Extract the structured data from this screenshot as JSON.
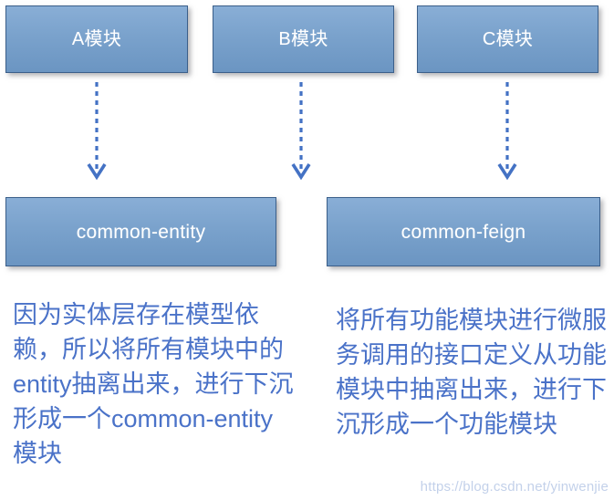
{
  "diagram": {
    "title": "module dependency extraction diagram",
    "colors": {
      "box_fill_top": "#89aed6",
      "box_fill_bottom": "#6b95c2",
      "box_border": "#3b5f8a",
      "box_label": "#ffffff",
      "arrow": "#4472c4",
      "description_text": "#4a72c8",
      "watermark": "#c3d1ea",
      "background": "#ffffff"
    },
    "top_modules": [
      {
        "id": "a",
        "label": "A模块"
      },
      {
        "id": "b",
        "label": "B模块"
      },
      {
        "id": "c",
        "label": "C模块"
      }
    ],
    "arrows": [
      {
        "id": "a",
        "from": "A模块",
        "to": "common-entity",
        "style": "dashed",
        "direction": "down"
      },
      {
        "id": "b",
        "from": "B模块",
        "to": "common-entity",
        "style": "dashed",
        "direction": "down"
      },
      {
        "id": "c",
        "from": "C模块",
        "to": "common-feign",
        "style": "dashed",
        "direction": "down"
      }
    ],
    "common_modules": [
      {
        "id": "common-entity",
        "label": "common-entity"
      },
      {
        "id": "common-feign",
        "label": "common-feign"
      }
    ],
    "descriptions": {
      "left": "因为实体层存在模型依赖，所以将所有模块中的entity抽离出来，进行下沉形成一个common-entity模块",
      "right": "将所有功能模块进行微服务调用的接口定义从功能模块中抽离出来，进行下沉形成一个功能模块"
    },
    "watermark": "https://blog.csdn.net/yinwenjie"
  }
}
